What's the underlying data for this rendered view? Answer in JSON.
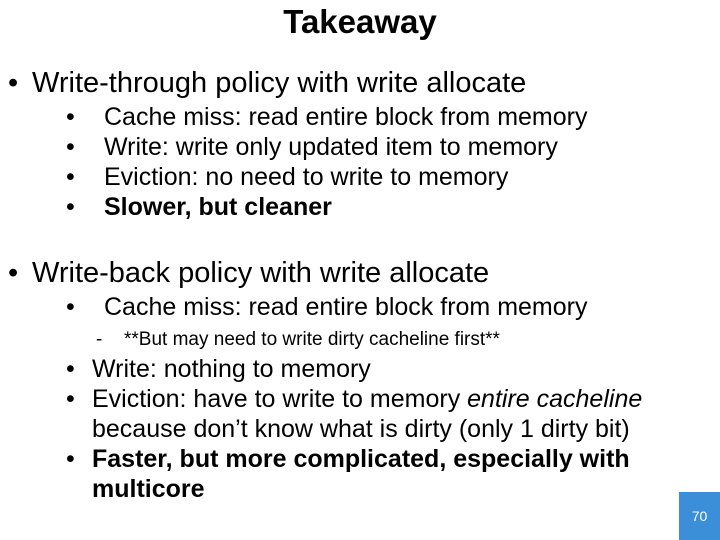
{
  "slide": {
    "title": "Takeaway",
    "page_number": "70"
  },
  "bullet_char": "•",
  "dash_char": "-",
  "write_through": {
    "heading": "Write-through policy with write allocate",
    "items": [
      "Cache miss: read entire block from memory",
      "Write: write only updated item to memory",
      "Eviction: no need to write to memory",
      "Slower, but cleaner"
    ]
  },
  "write_back": {
    "heading": "Write-back policy with write allocate",
    "item_miss": "Cache miss: read entire block from memory",
    "sub_note": "**But may need to write dirty cacheline first**",
    "item_write": "Write: nothing to memory",
    "item_eviction_prefix": "Eviction: have to write to memory ",
    "item_eviction_emphasis": "entire cacheline",
    "item_eviction_cont": "because don’t know what is dirty (only 1 dirty bit)",
    "item_faster_line1": "Faster, but more complicated, especially with",
    "item_faster_line2": "multicore"
  }
}
